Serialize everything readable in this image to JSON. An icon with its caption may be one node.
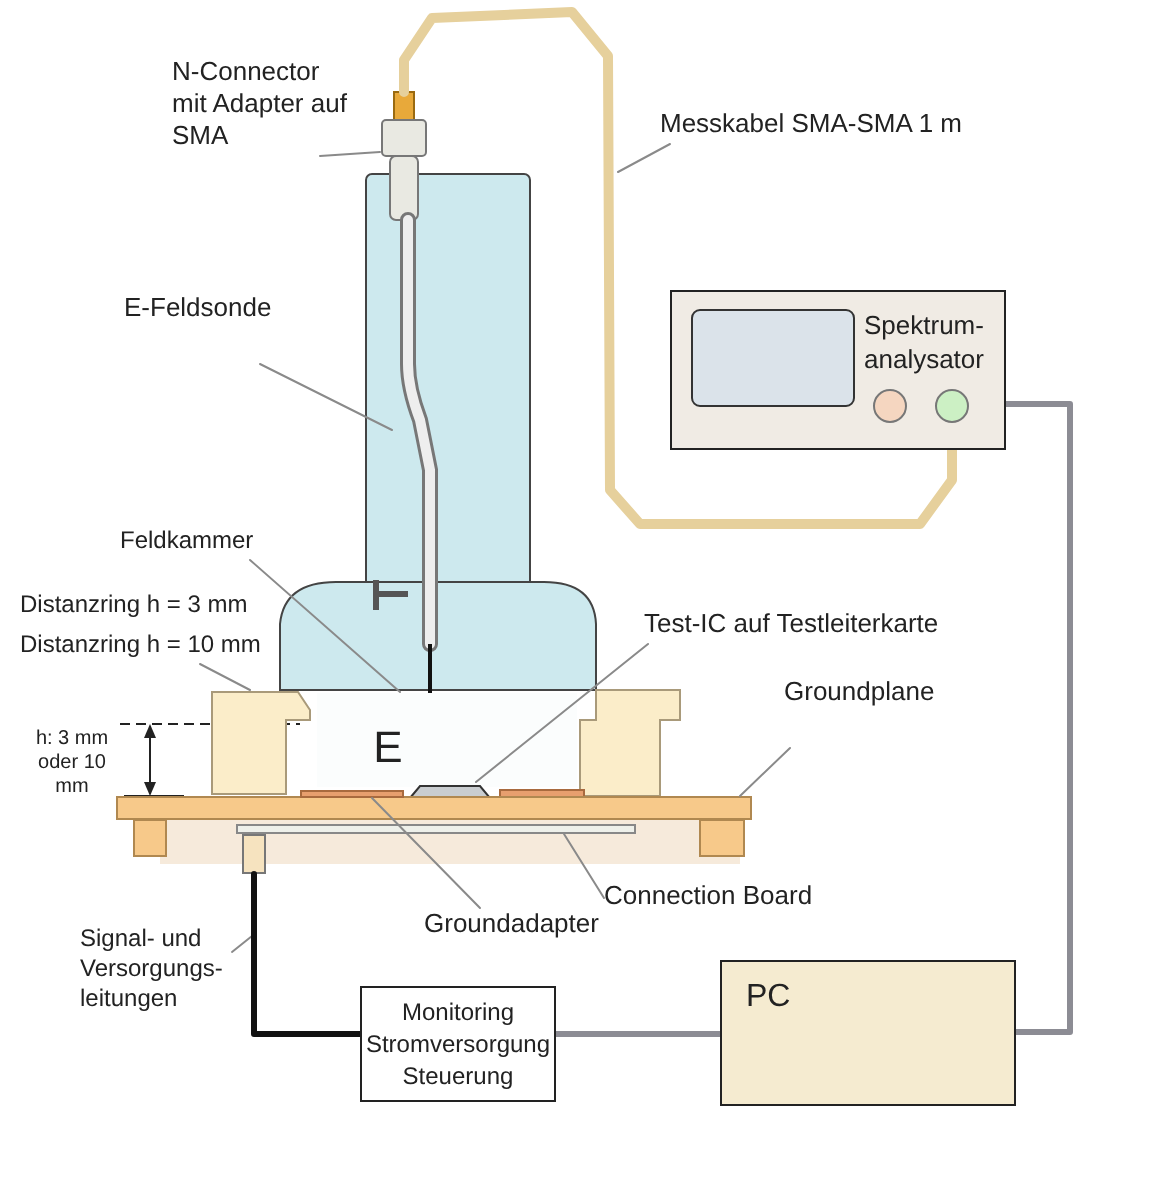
{
  "diagram": {
    "nodes": [
      {
        "text": [
          "N-Connector mit Adapter auf SMA"
        ]
      },
      {
        "text": [],
        "shape": "box"
      },
      {
        "text": [
          "E-Feldsonde"
        ]
      },
      {
        "text": [],
        "shape": "bar"
      },
      {
        "text": [
          "Messkabel SMA-SMA 1 m"
        ]
      },
      {
        "text": [
          "Spektrum- analysator"
        ]
      },
      {
        "text": [
          "Feldkammer"
        ]
      },
      {
        "text": [],
        "shape": "box"
      },
      {
        "text": [
          "Distanzring h = 3 mm",
          "Distanzring h = 10 mm"
        ]
      },
      {
        "text": [],
        "shape": "box"
      },
      {
        "text": [
          "Test-IC auf Testleiterkarte"
        ]
      },
      {
        "text": [],
        "shape": "box"
      },
      {
        "text": [
          "Groundplane"
        ]
      },
      {
        "text": [],
        "shape": "bar"
      },
      {
        "text": [
          "Connection Board"
        ]
      },
      {
        "text": [],
        "shape": "bar"
      },
      {
        "text": [
          "Groundadapter"
        ]
      },
      {
        "text": [],
        "shape": "bar"
      },
      {
        "text": [
          "Signal- und Versorgungs- leitungen"
        ]
      },
      {
        "text": [
          "Monitoring Stromversorgung Steuerung"
        ]
      },
      {
        "text": [
          "PC"
        ]
      },
      {
        "text": [],
        "shape": "box"
      }
    ],
    "edges": [
      {
        "from": 0,
        "to": 1,
        "arrow": "none"
      },
      {
        "from": 2,
        "to": 3,
        "arrow": "none"
      },
      {
        "from": 4,
        "to": null,
        "arrow": "none"
      },
      {
        "from": 6,
        "to": 7,
        "arrow": "none"
      },
      {
        "from": 8,
        "to": 9,
        "arrow": "none"
      },
      {
        "from": 10,
        "to": 11,
        "arrow": "none"
      },
      {
        "from": 12,
        "to": 13,
        "arrow": "none"
      },
      {
        "from": 14,
        "to": 15,
        "arrow": "none"
      },
      {
        "from": 16,
        "to": 17,
        "arrow": "none"
      },
      {
        "from": 18,
        "to": null,
        "arrow": "none"
      },
      {
        "from": 1,
        "to": 5,
        "arrow": "none",
        "style": "thick",
        "color": "#e6d09c"
      },
      {
        "from": 5,
        "to": 20,
        "arrow": "none",
        "style": "thick",
        "color": "#8c8c94"
      },
      {
        "from": 20,
        "to": 19,
        "arrow": "none",
        "style": "thick",
        "color": "#8c8c94"
      },
      {
        "from": 19,
        "to": 21,
        "arrow": "none",
        "style": "thick",
        "color": "#111111"
      }
    ],
    "labels": [
      "E",
      "h: 3 mm oder 10 mm"
    ]
  }
}
